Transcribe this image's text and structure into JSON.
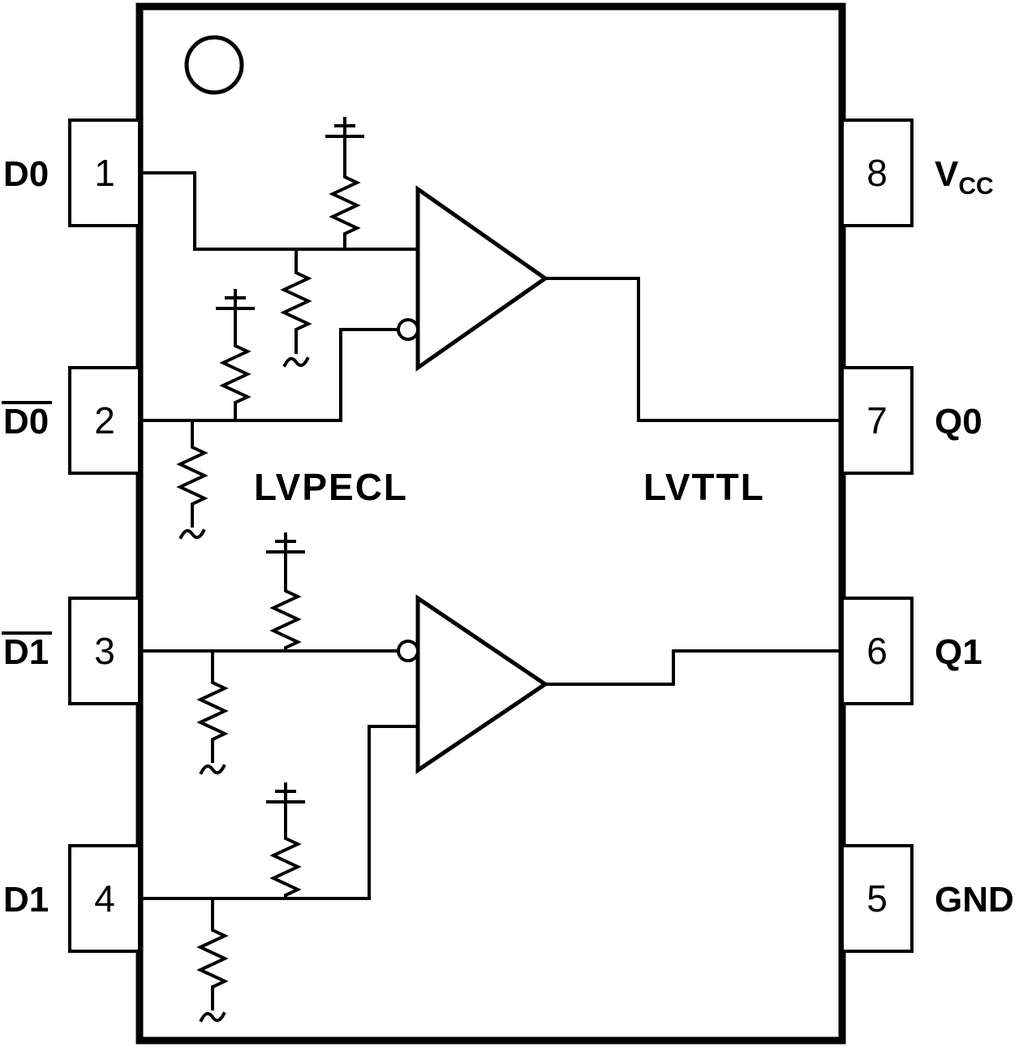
{
  "diagram": {
    "kind": "ic-logic-diagram",
    "pins_left": [
      {
        "number": "1",
        "label": "D0",
        "overline": false
      },
      {
        "number": "2",
        "label": "D0",
        "overline": true
      },
      {
        "number": "3",
        "label": "D1",
        "overline": true
      },
      {
        "number": "4",
        "label": "D1",
        "overline": false
      }
    ],
    "pins_right": [
      {
        "number": "8",
        "label": "V",
        "sub": "CC"
      },
      {
        "number": "7",
        "label": "Q0"
      },
      {
        "number": "6",
        "label": "Q1"
      },
      {
        "number": "5",
        "label": "GND"
      }
    ],
    "region_labels": {
      "input": "LVPECL",
      "output": "LVTTL"
    },
    "icons": {
      "pin1_indicator": "circle",
      "buffer_gate": "triangle",
      "inverting_input": "bubble",
      "pullup_rail": "plus-double-bar",
      "termination": "squiggle",
      "resistor": "zigzag"
    },
    "colors": {
      "ink": "#000000",
      "paper": "#ffffff"
    }
  }
}
